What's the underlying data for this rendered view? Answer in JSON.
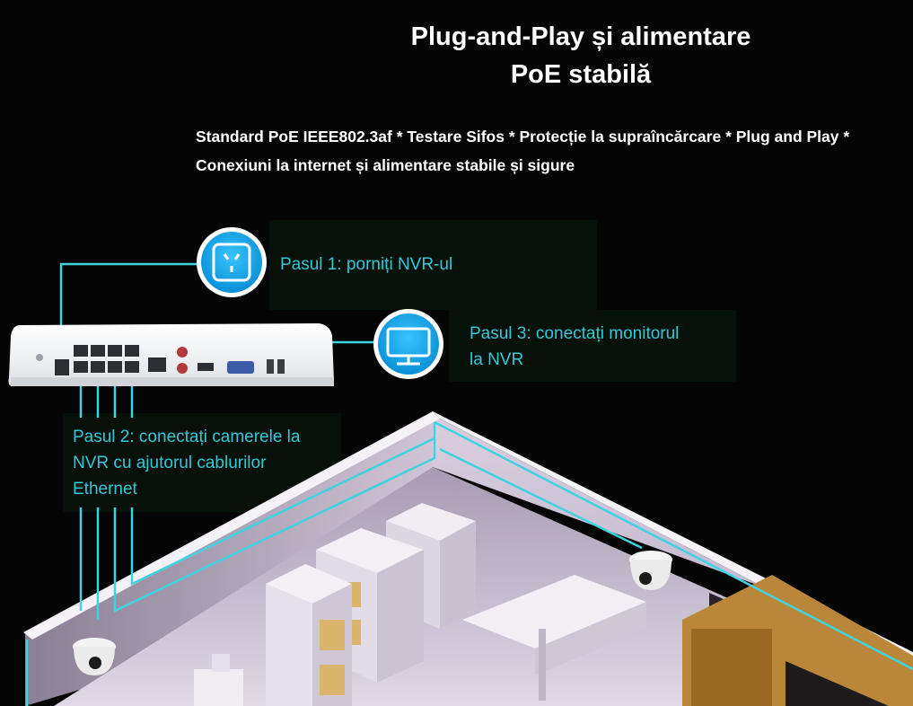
{
  "title": {
    "line1": "Plug-and-Play și alimentare",
    "line2": "PoE stabilă"
  },
  "subtitle": {
    "line1": "Standard PoE IEEE802.3af * Testare Sifos * Protecție la supraîncărcare * Plug and Play *",
    "line2": "Conexiuni la internet și alimentare stabile și sigure"
  },
  "steps": {
    "step1": "Pasul 1: porniți NVR-ul",
    "step3_line1": "Pasul 3: conectați monitorul",
    "step3_line2": "la NVR",
    "step2_line1": "Pasul 2: conectați camerele la",
    "step2_line2": "NVR cu ajutorul cablurilor",
    "step2_line3": "Ethernet"
  },
  "icons": {
    "power": "power-socket-icon",
    "monitor": "monitor-icon"
  },
  "colors": {
    "background": "#050505",
    "accent": "#31c9d9",
    "cable": "#3fd3e0",
    "icon_bg": "#1aa8e8"
  }
}
